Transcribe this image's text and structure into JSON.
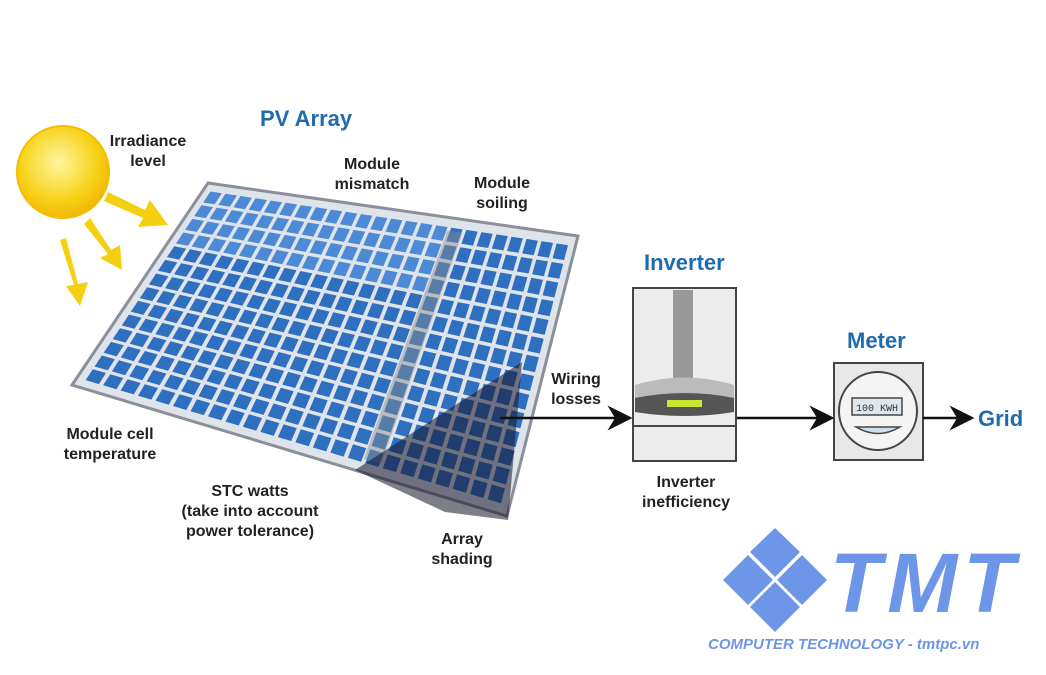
{
  "titles": {
    "pv_array": "PV Array",
    "inverter": "Inverter",
    "meter": "Meter",
    "grid": "Grid"
  },
  "labels": {
    "irradiance": [
      "Irradiance",
      "level"
    ],
    "module_mismatch": [
      "Module",
      "mismatch"
    ],
    "module_soiling": [
      "Module",
      "soiling"
    ],
    "wiring_losses": [
      "Wiring",
      "losses"
    ],
    "module_cell_temperature": [
      "Module cell",
      "temperature"
    ],
    "stc_watts": [
      "STC watts",
      "(take into account",
      "power tolerance)"
    ],
    "array_shading": [
      "Array",
      "shading"
    ],
    "inverter_inefficiency": [
      "Inverter",
      "inefficiency"
    ]
  },
  "meter_display": "100 KWH",
  "logo": {
    "name": "TMT",
    "tagline": "COMPUTER TECHNOLOGY - tmtpc.vn"
  },
  "colors": {
    "title_blue": "#1f6bb0",
    "sun": "#f7d117",
    "cell": "#2f6fc0",
    "logo": "#6e96e8",
    "display": "#c8e632"
  }
}
